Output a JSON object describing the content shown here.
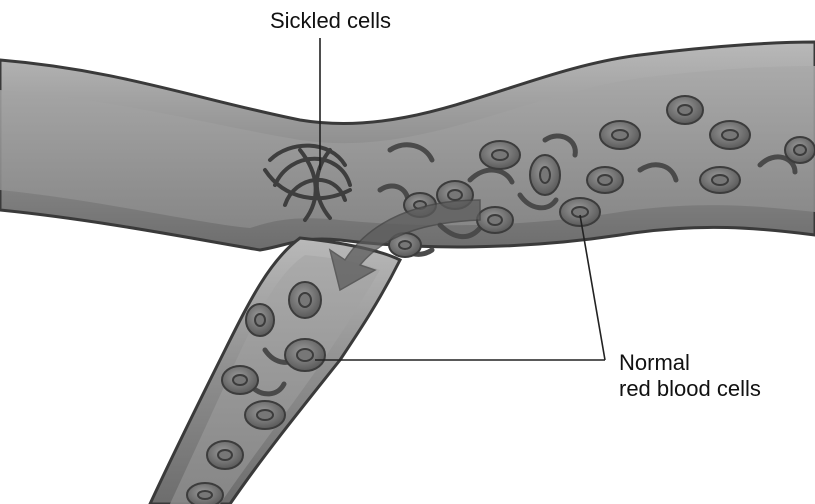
{
  "labels": {
    "sickled": "Sickled cells",
    "normal_line1": "Normal",
    "normal_line2": "red blood cells"
  }
}
